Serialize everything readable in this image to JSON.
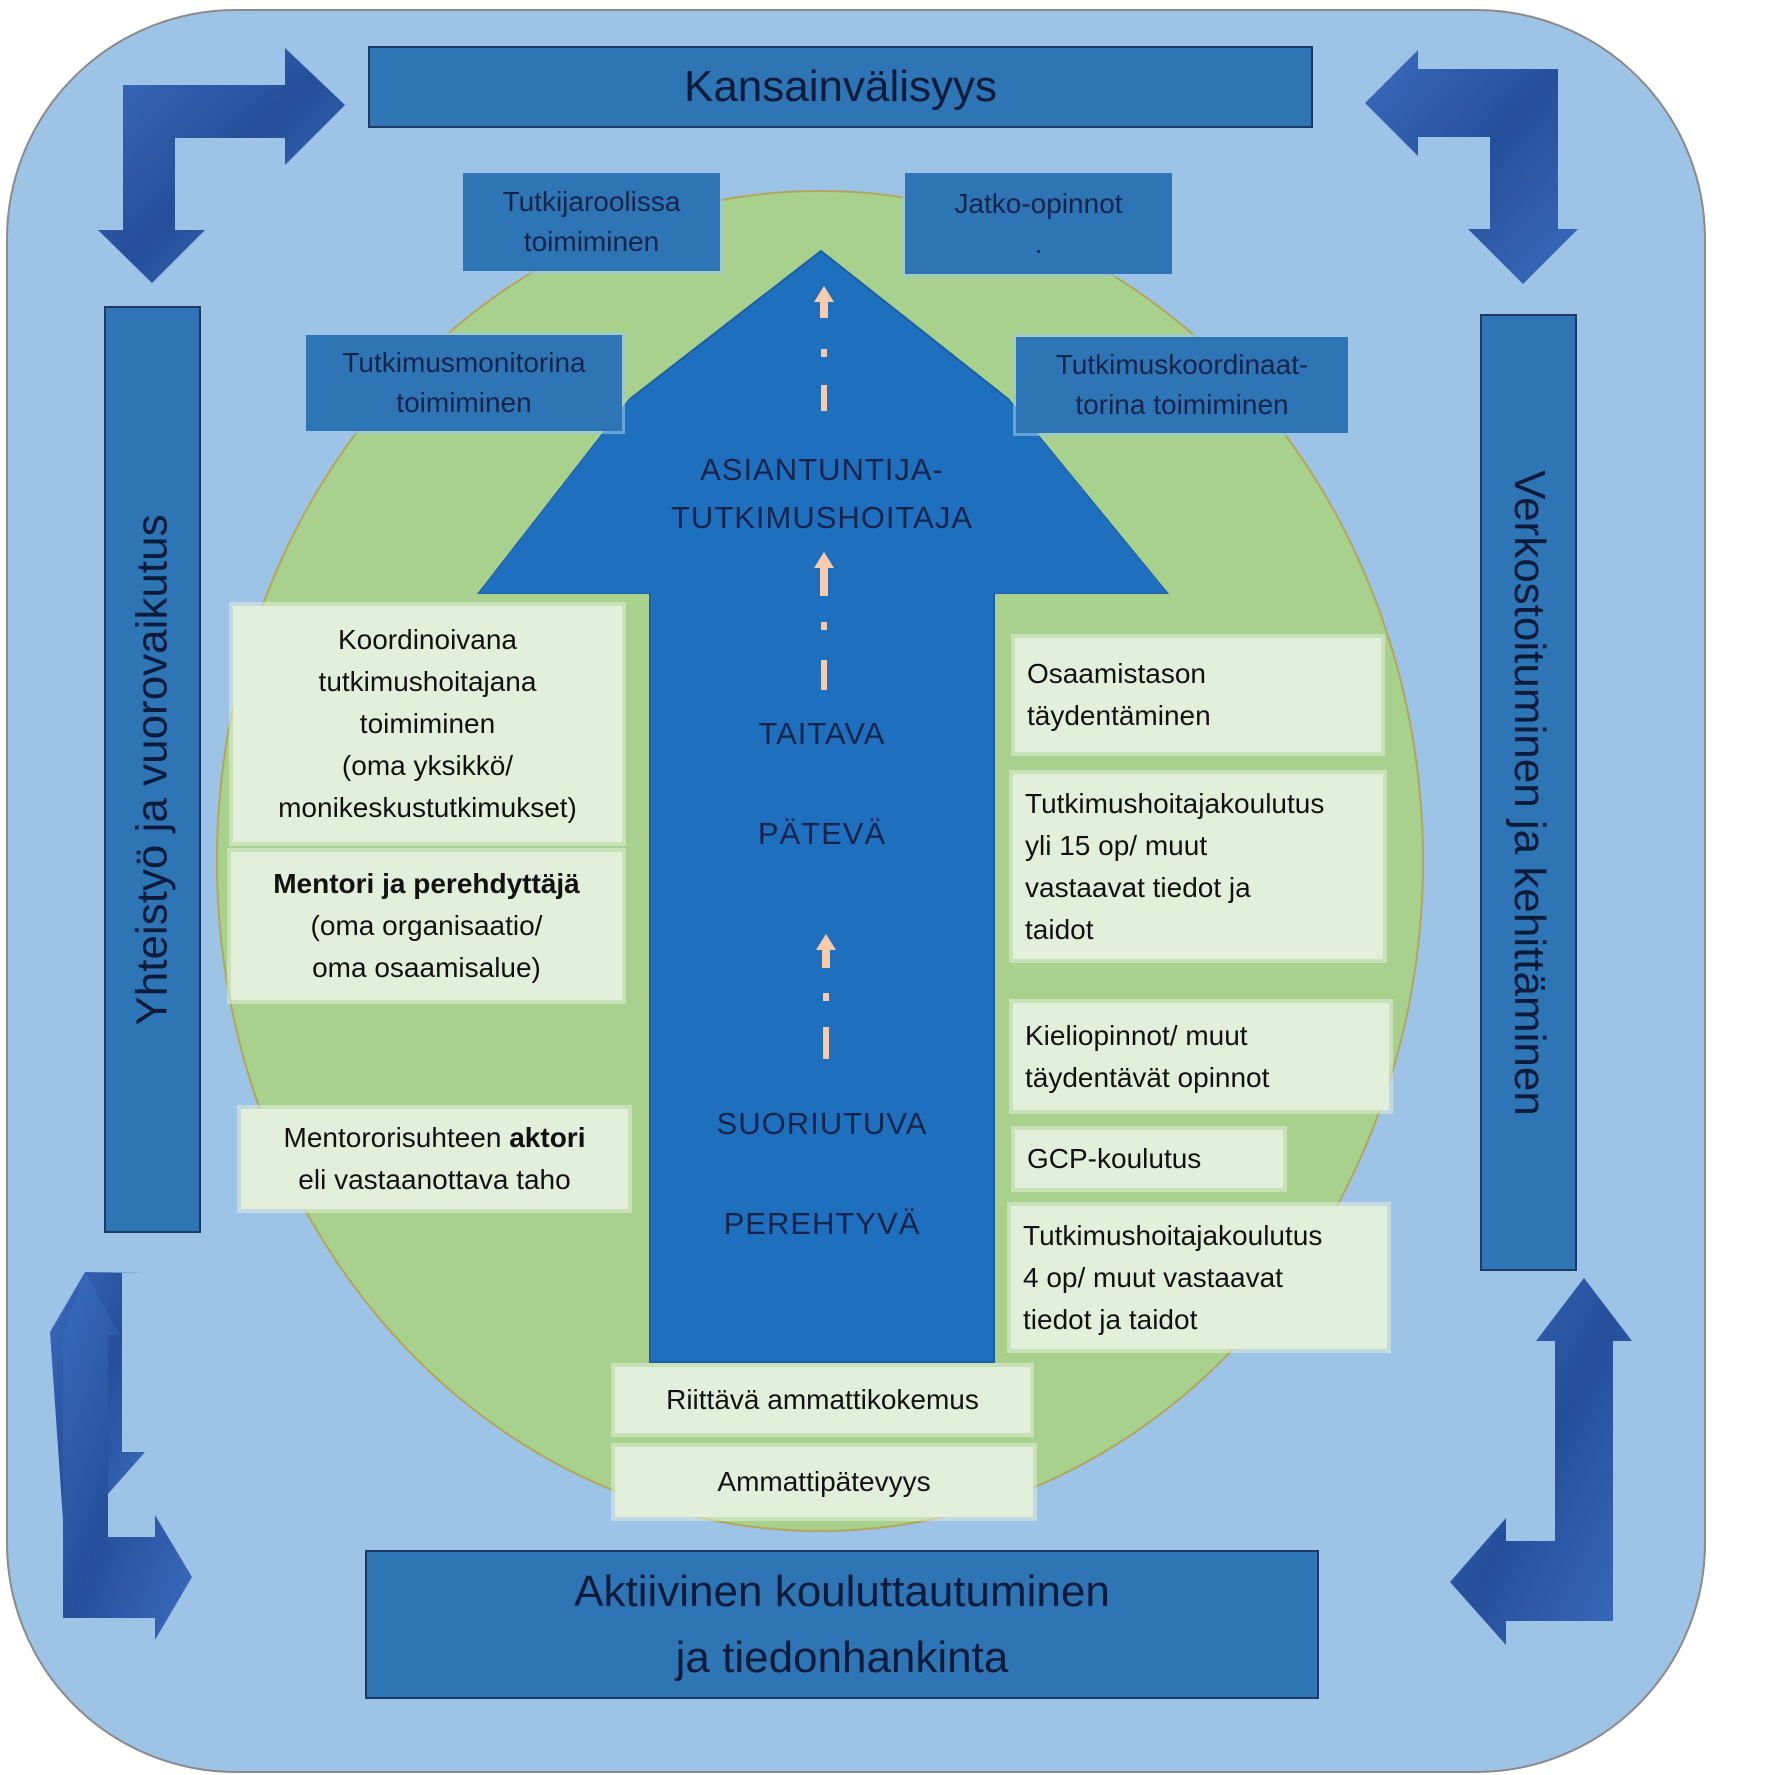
{
  "colors": {
    "frame_bg": "#9dc3e6",
    "ellipse": "#a9d18e",
    "bar": "#2e75b6",
    "big_arrow": "#1f6fbf",
    "corner_arrows": "#2f5ea8",
    "task_box": "#e2efda",
    "dash_marks": "#f8cbad"
  },
  "sides": {
    "top": "Kansainvälisyys",
    "bottom_line1": "Aktiivinen kouluttautuminen",
    "bottom_line2": "ja tiedonhankinta",
    "left": "Yhteistyö ja vuorovaikutus",
    "right": "Verkostoituminen ja kehittäminen"
  },
  "roles": {
    "researcher": [
      "Tutkijaroolissa",
      "toimiminen"
    ],
    "postgrad": [
      "Jatko-opinnot",
      "."
    ],
    "monitor": [
      "Tutkimusmonitorina",
      "toimiminen"
    ],
    "coordinator": [
      "Tutkimuskoordinaat-",
      "torina toimiminen"
    ]
  },
  "levels": {
    "expert_line1": "ASIANTUNTIJA-",
    "expert_line2": "TUTKIMUSHOITAJA",
    "proficient": "TAITAVA",
    "competent": "PÄTEVÄ",
    "performing": "SUORIUTUVA",
    "novice": "PEREHTYVÄ"
  },
  "left_tasks": {
    "coordinating": [
      "Koordinoivana",
      "tutkimushoitajana",
      "toimiminen",
      "(oma yksikkö/",
      "monikeskustutkimukset)"
    ],
    "mentor_bold": "Mentori ja perehdyttäjä",
    "mentor_rest": [
      "(oma organisaatio/",
      "oma osaamisalue)"
    ],
    "mentee_prefix": "Mentororisuhteen ",
    "mentee_bold": "aktori",
    "mentee_line2": "eli vastaanottava taho"
  },
  "right_tasks": {
    "competence": [
      "Osaamistason",
      "täydentäminen"
    ],
    "training15": [
      "Tutkimushoitajakoulutus",
      "yli 15 op/ muut",
      "vastaavat tiedot ja",
      "taidot"
    ],
    "language": [
      "Kieliopinnot/ muut",
      "täydentävät opinnot"
    ],
    "gcp": "GCP-koulutus",
    "training4": [
      "Tutkimushoitajakoulutus",
      "4 op/ muut vastaavat",
      "tiedot ja taidot"
    ]
  },
  "base": {
    "experience": "Riittävä ammattikokemus",
    "qualification": "Ammattipätevyys"
  }
}
